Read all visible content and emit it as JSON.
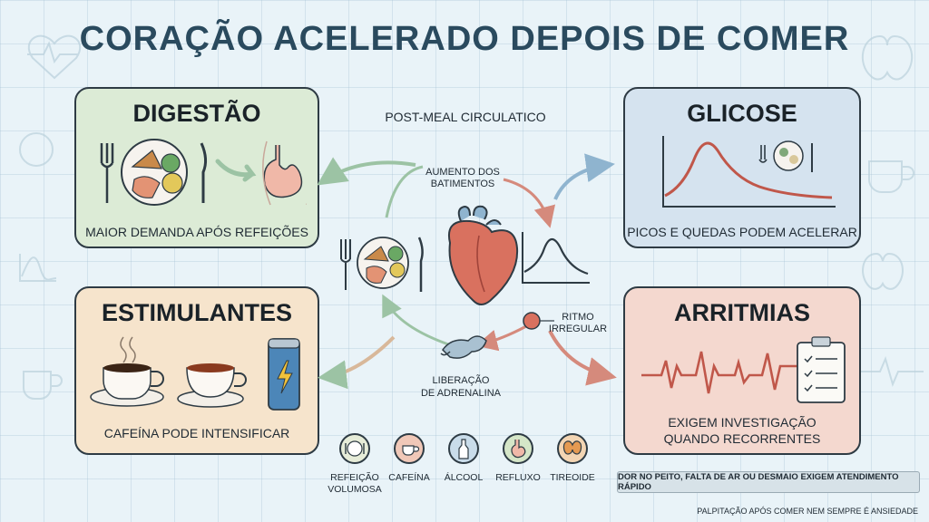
{
  "title": "CORAÇÃO ACELERADO DEPOIS DE COMER",
  "center_label": "POST-MEAL CIRCULATICO",
  "cards": {
    "digestao": {
      "title": "DIGESTÃO",
      "caption": "MAIOR DEMANDA APÓS REFEIÇÕES",
      "color": "#dcebd6"
    },
    "glicose": {
      "title": "GLICOSE",
      "caption": "PICOS E QUEDAS PODEM ACELERAR",
      "color": "#d5e3ef"
    },
    "estimulantes": {
      "title": "ESTIMULANTES",
      "caption": "CAFEÍNA PODE INTENSIFICAR",
      "color": "#f6e4cc"
    },
    "arritmias": {
      "title": "ARRITMIAS",
      "caption_line1": "EXIGEM INVESTIGAÇÃO",
      "caption_line2": "QUANDO RECORRENTES",
      "color": "#f4d8cf"
    }
  },
  "flow": {
    "aumento_line1": "AUMENTO DOS",
    "aumento_line2": "BATIMENTOS",
    "ritmo_line1": "RITMO",
    "ritmo_line2": "IRREGULAR",
    "liberacao_line1": "LIBERAÇÃO",
    "liberacao_line2": "DE ADRENALINA"
  },
  "bottom_icons": [
    {
      "label_line1": "REFEIÇÃO",
      "label_line2": "VOLUMOSA",
      "icon": "plate-icon",
      "color": "#e6ecd8"
    },
    {
      "label_line1": "CAFEÍNA",
      "label_line2": "",
      "icon": "coffee-icon",
      "color": "#f0c8b8"
    },
    {
      "label_line1": "ÁLCOOL",
      "label_line2": "",
      "icon": "bottle-icon",
      "color": "#c9dcea"
    },
    {
      "label_line1": "REFLUXO",
      "label_line2": "",
      "icon": "stomach-icon",
      "color": "#d5e6c8"
    },
    {
      "label_line1": "TIREOIDE",
      "label_line2": "",
      "icon": "thyroid-icon",
      "color": "#f3d5b3"
    }
  ],
  "warning": "DOR NO PEITO, FALTA DE AR OU DESMAIO EXIGEM ATENDIMENTO RÁPIDO",
  "footer": "PALPITAÇÃO APÓS COMER NEM SEMPRE É ANSIEDADE",
  "colors": {
    "title": "#2a4a5e",
    "border": "#2e3b44",
    "curve": "#c0574a",
    "arrow_green": "#9cc3a4",
    "arrow_blue": "#8fb4cf",
    "arrow_red": "#d58a7c"
  }
}
